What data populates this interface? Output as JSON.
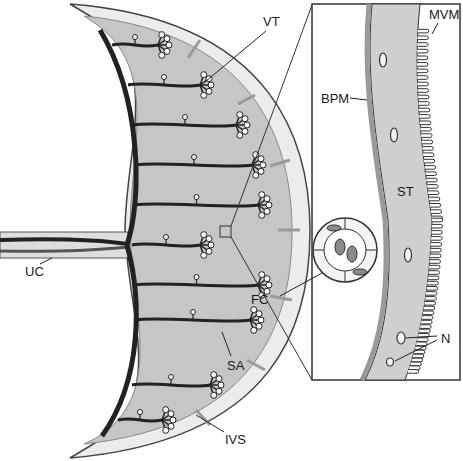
{
  "diagram": {
    "labels": [
      "VT",
      "MVM",
      "BPM",
      "ST",
      "UC",
      "FC",
      "N",
      "SA",
      "IVS"
    ]
  }
}
